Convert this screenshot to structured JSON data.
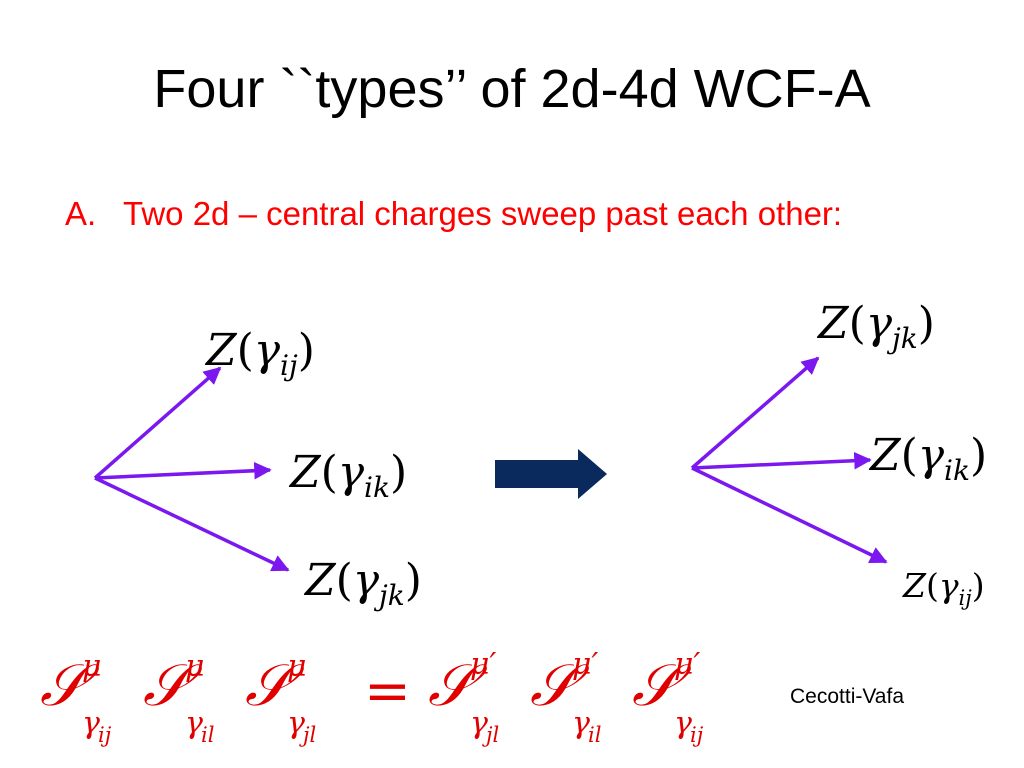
{
  "slide": {
    "title": "Four ``types’’ of 2d-4d WCF-A",
    "bullet": {
      "letter": "A.",
      "text": "Two 2d – central charges sweep past each other:"
    },
    "credit": "Cecotti-Vafa"
  },
  "diagram": {
    "arrow_color": "#7b17ef",
    "transition_arrow_color": "#0a2a5e",
    "left_labels": {
      "top": {
        "Z": "Z",
        "sub": "ij"
      },
      "middle": {
        "Z": "Z",
        "sub": "ik"
      },
      "bottom": {
        "Z": "Z",
        "sub": "jk"
      }
    },
    "right_labels": {
      "top": {
        "Z": "Z",
        "sub": "jk"
      },
      "middle": {
        "Z": "Z",
        "sub": "ik"
      },
      "bottom": {
        "Z": "Z",
        "sub": "ij"
      }
    },
    "gamma": "γ"
  },
  "equation": {
    "color": "#e00000",
    "symbol": "𝒮",
    "mu": "μ",
    "mu_prime": "μ′",
    "equals": "=",
    "lhs_subs": [
      "ij",
      "il",
      "jl"
    ],
    "rhs_subs": [
      "jl",
      "il",
      "ij"
    ]
  }
}
